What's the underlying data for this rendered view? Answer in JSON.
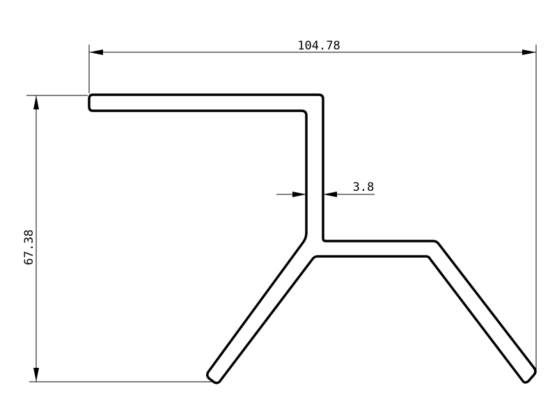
{
  "drawing": {
    "dimensions": {
      "overall_width": "104.78",
      "overall_height": "67.38",
      "wall_thickness": "3.8"
    },
    "colors": {
      "line": "#000000",
      "background": "#ffffff"
    }
  }
}
